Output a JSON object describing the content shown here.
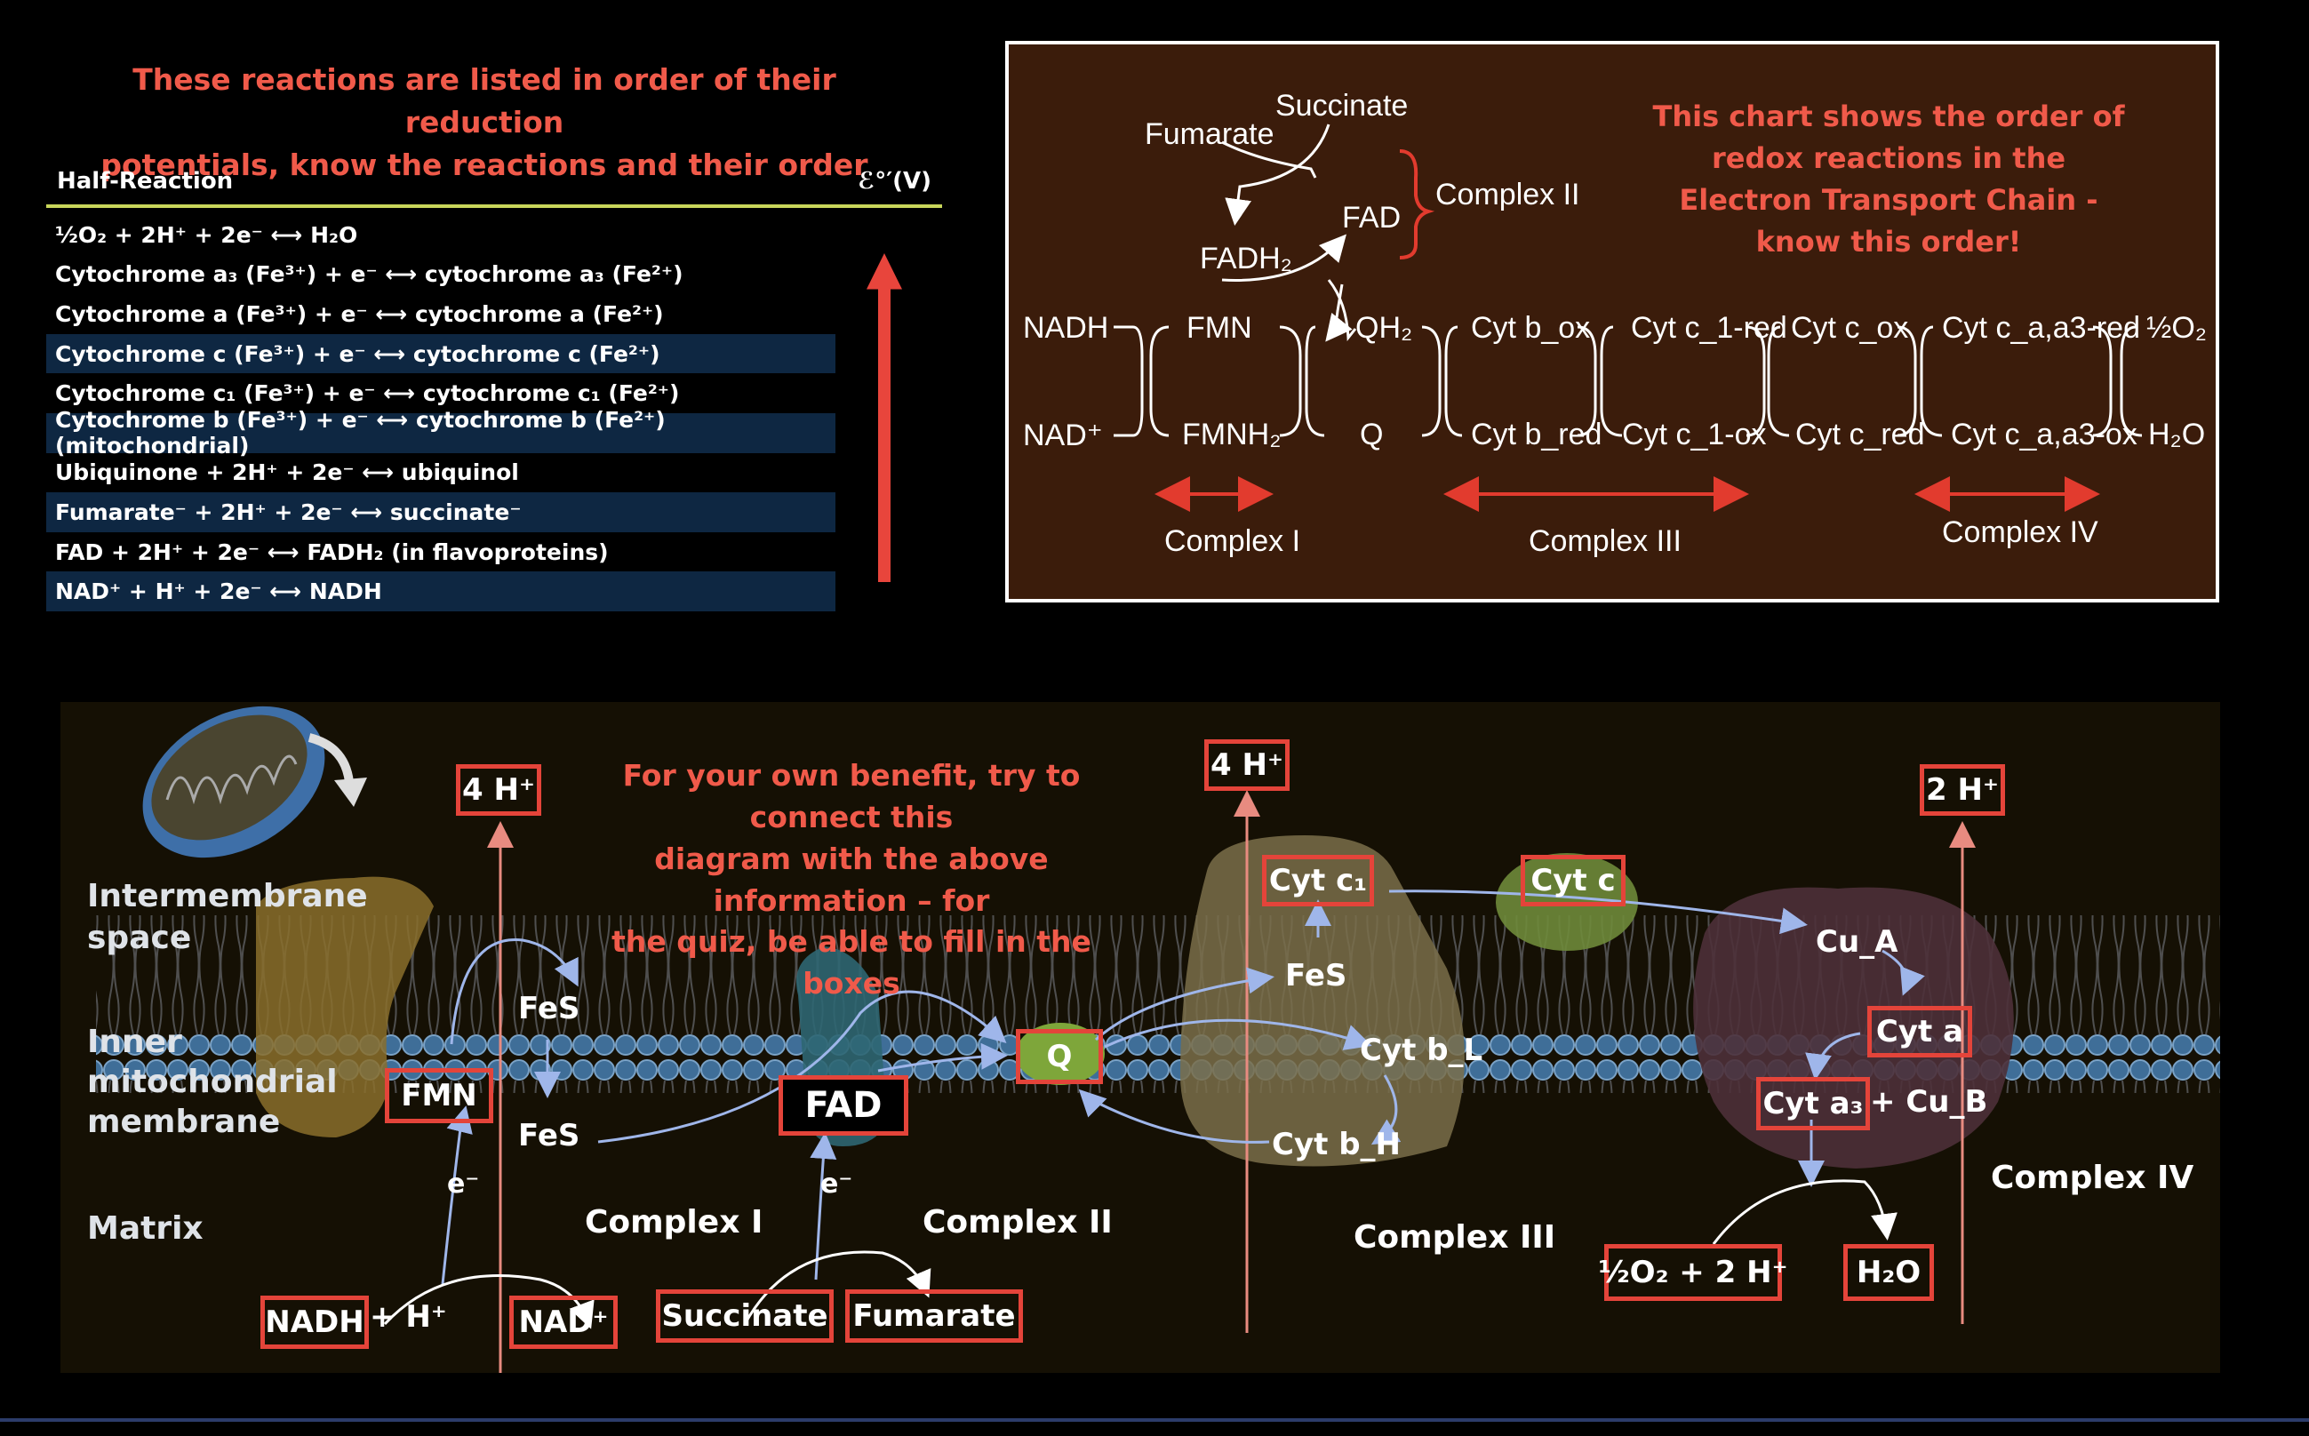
{
  "top_left_note": [
    "These reactions are listed in order of their reduction",
    "potentials, know the reactions and their order"
  ],
  "half_reaction_table": {
    "header_left": "Half-Reaction",
    "header_right": "ℰ°′(V)",
    "rows": [
      "½O₂ + 2H⁺ + 2e⁻ ⟷ H₂O",
      "Cytochrome a₃ (Fe³⁺) + e⁻ ⟷ cytochrome a₃ (Fe²⁺)",
      "Cytochrome a (Fe³⁺) + e⁻ ⟷ cytochrome a (Fe²⁺)",
      "Cytochrome c (Fe³⁺) + e⁻ ⟷ cytochrome c (Fe²⁺)",
      "Cytochrome c₁ (Fe³⁺) + e⁻ ⟷ cytochrome c₁ (Fe²⁺)",
      "Cytochrome b (Fe³⁺) + e⁻ ⟷ cytochrome b (Fe²⁺) (mitochondrial)",
      "Ubiquinone + 2H⁺ + 2e⁻ ⟷ ubiquinol",
      "Fumarate⁻ + 2H⁺ + 2e⁻ ⟷ succinate⁻",
      "FAD + 2H⁺ + 2e⁻ ⟷ FADH₂ (in flavoproteins)",
      "NAD⁺ + H⁺ + 2e⁻ ⟷ NADH"
    ],
    "shaded_rows": [
      3,
      5,
      7,
      9
    ]
  },
  "etc_chart": {
    "note": [
      "This chart shows the order of",
      "redox reactions in the",
      "Electron Transport Chain -",
      "know this order!"
    ],
    "complex2": {
      "succinate": "Succinate",
      "fumarate": "Fumarate",
      "fad": "FAD",
      "fadh2": "FADH₂",
      "label": "Complex II"
    },
    "top_row": [
      "NADH",
      "FMN",
      "QH₂",
      "Cyt b_ox",
      "Cyt c_1-red",
      "Cyt c_ox",
      "Cyt c_a,a3-red",
      "½O₂"
    ],
    "bottom_row": [
      "NAD⁺",
      "FMNH₂",
      "Q",
      "Cyt b_red",
      "Cyt c_1-ox",
      "Cyt c_red",
      "Cyt c_a,a3-ox",
      "H₂O"
    ],
    "complex_labels": [
      "Complex I",
      "Complex III",
      "Complex IV"
    ]
  },
  "membrane_diagram": {
    "note": [
      "For your own benefit, try to connect this",
      "diagram with the above information – for",
      "the quiz, be able to fill in the boxes"
    ],
    "regions": {
      "intermembrane": [
        "Intermembrane",
        "space"
      ],
      "inner": [
        "Inner",
        "mitochondrial",
        "membrane"
      ],
      "matrix": "Matrix"
    },
    "complexes": {
      "c1": "Complex I",
      "c2": "Complex II",
      "c3": "Complex III",
      "c4": "Complex IV"
    },
    "boxes": {
      "h1": "4 H⁺",
      "h3": "4 H⁺",
      "h4": "2 H⁺",
      "fmn": "FMN",
      "fad": "FAD",
      "q": "Q",
      "cytc1": "Cyt c₁",
      "cytc": "Cyt c",
      "cyta": "Cyt a",
      "cyta3": "Cyt a₃",
      "nadh": "NADH",
      "nadp": "NAD⁺",
      "succinate": "Succinate",
      "fumarate": "Fumarate",
      "o2": "½O₂ + 2 H⁺",
      "h2o": "H₂O"
    },
    "plain": {
      "hplus": "+ H⁺",
      "fes1": "FeS",
      "fes2": "FeS",
      "e1": "e⁻",
      "e2": "e⁻",
      "fes3": "FeS",
      "cytbl": "Cyt b_L",
      "cytbh": "Cyt b_H",
      "cua": "Cu_A",
      "cub": "+ Cu_B"
    }
  },
  "colors": {
    "note_red": "#f05a4a",
    "box_red": "#e4443a",
    "etc_brown": "#3b1c0b",
    "table_shade": "#0e2742",
    "rule_green": "#c8d65a"
  }
}
